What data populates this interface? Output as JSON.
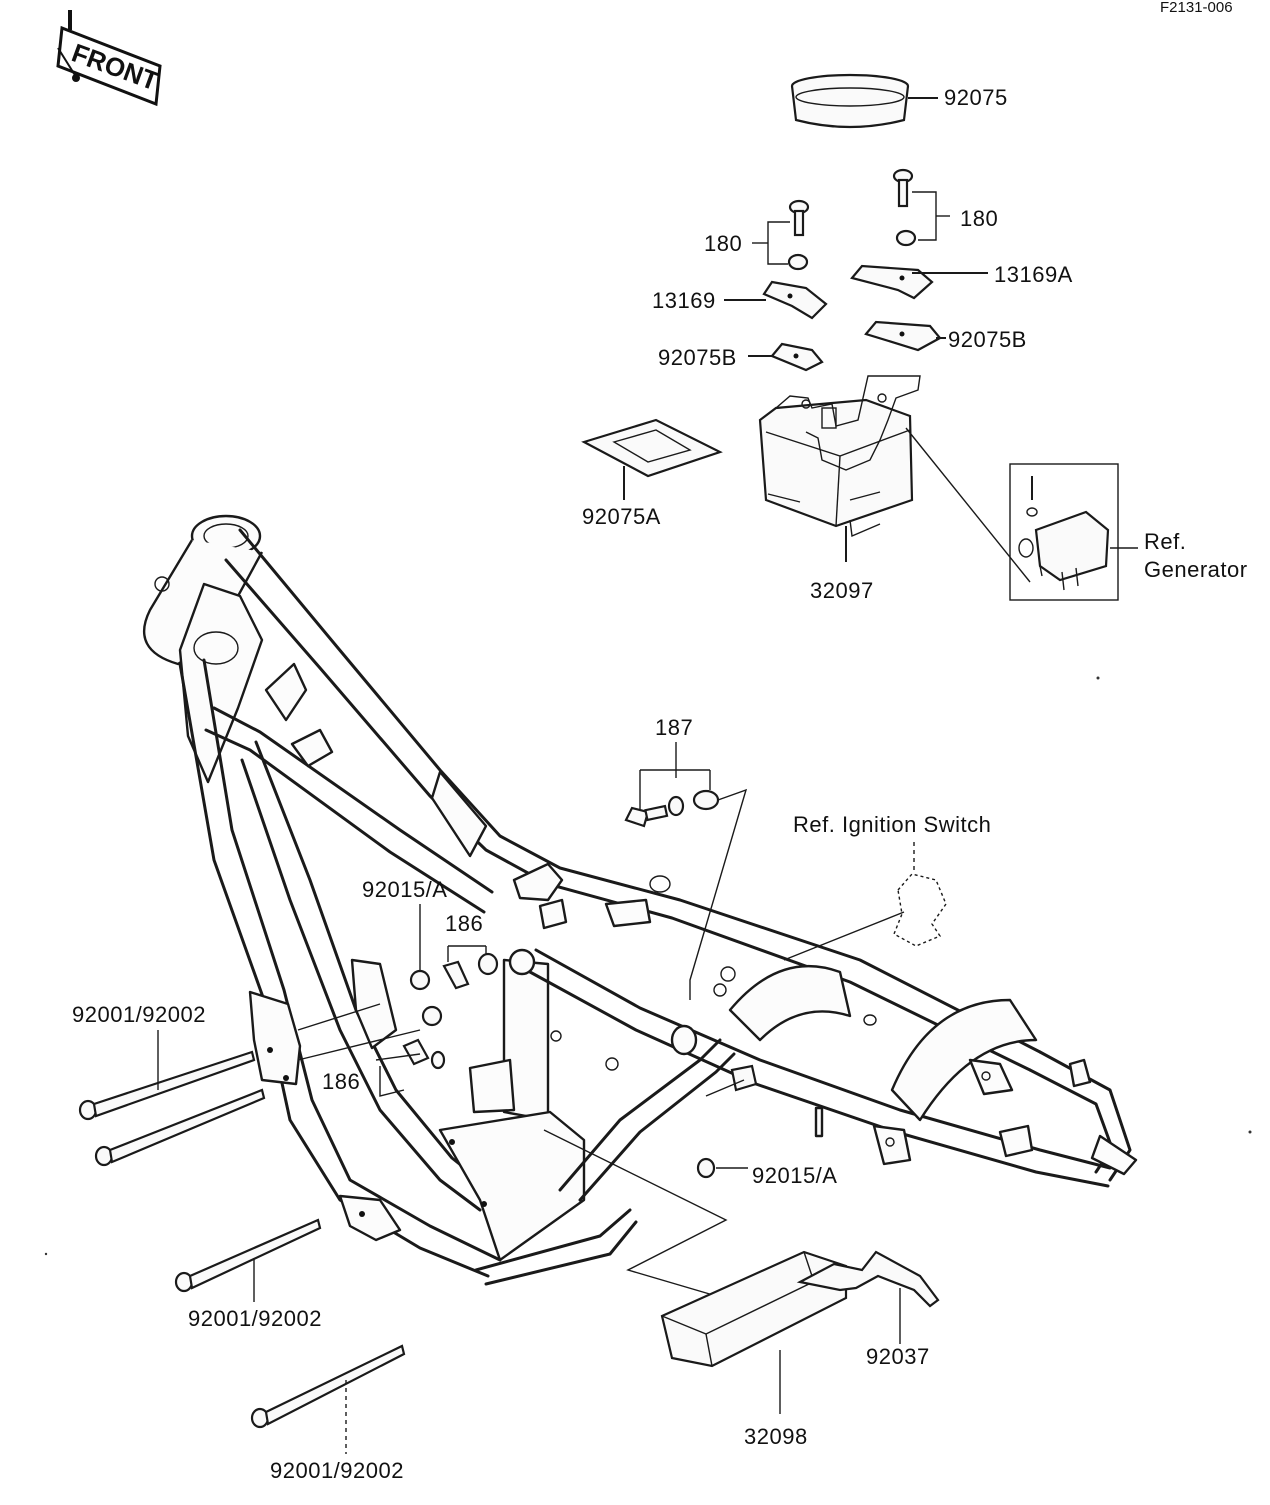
{
  "figure_code": "F2131-006",
  "front_badge": "FRONT",
  "callouts": {
    "band": "92075",
    "bolt_left": "180",
    "bolt_right": "180",
    "bracket_right": "13169A",
    "bracket_left": "13169",
    "cushion_right": "92075B",
    "cushion_left": "92075B",
    "pad": "92075A",
    "regulator": "32097",
    "bolt_group_187": "187",
    "bolt_186_upper": "186",
    "bolt_186_lower": "186",
    "nut_upper": "92015/A",
    "nut_lower": "92015/A",
    "engine_bolt_1": "92001/92002",
    "engine_bolt_2": "92001/92002",
    "engine_bolt_3": "92001/92002",
    "cover_clamp": "92037",
    "cdi_unit": "32098"
  },
  "references": {
    "generator": [
      "Ref.",
      "Generator"
    ],
    "ignition_switch": "Ref. Ignition Switch"
  }
}
